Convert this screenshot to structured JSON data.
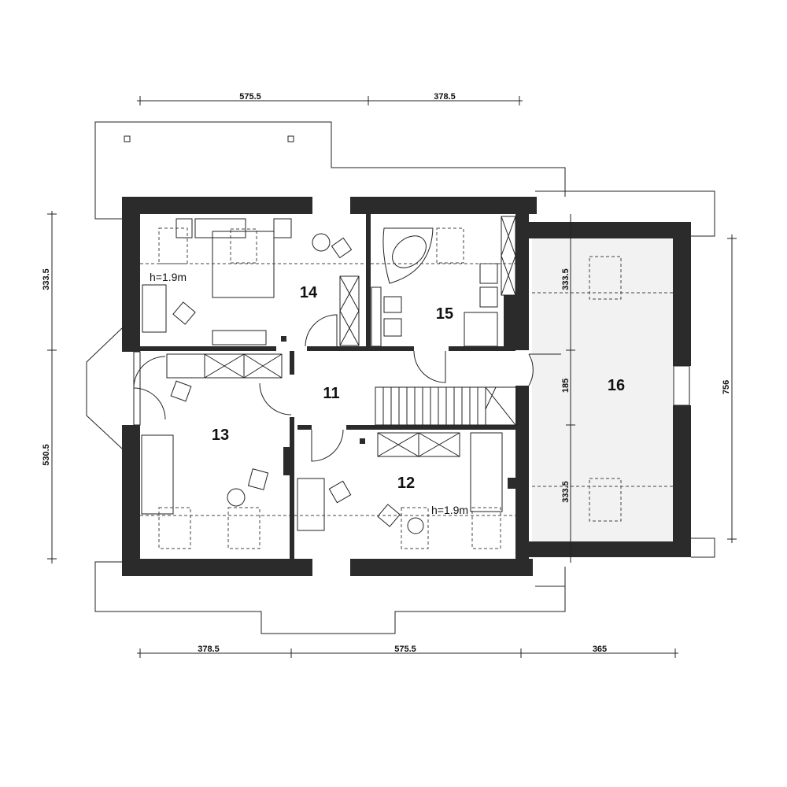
{
  "rooms": [
    {
      "id": "11"
    },
    {
      "id": "12"
    },
    {
      "id": "13"
    },
    {
      "id": "14"
    },
    {
      "id": "15"
    },
    {
      "id": "16"
    }
  ],
  "notes": {
    "height_14": "h=1.9m",
    "height_12": "h=1.9m"
  },
  "dimensions": {
    "top": [
      "575.5",
      "378.5"
    ],
    "bottom": [
      "378.5",
      "575.5",
      "365"
    ],
    "left": [
      "333.5",
      "530.5"
    ],
    "inner_right": [
      "333.5",
      "185",
      "333.5"
    ],
    "right": [
      "756"
    ]
  },
  "colors": {
    "wall": "#2b2b2b",
    "garage_fill": "#f2f2f2"
  }
}
